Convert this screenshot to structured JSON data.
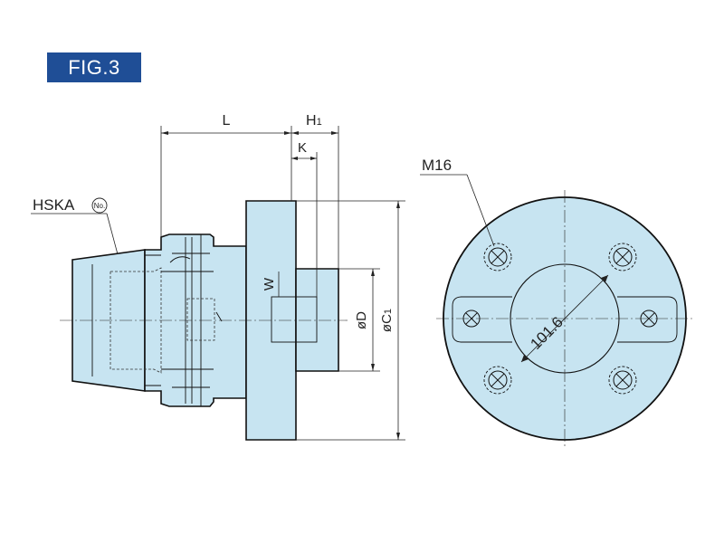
{
  "figure": {
    "title": "FIG.3"
  },
  "labels": {
    "hska": "HSKA",
    "hska_no": "No.",
    "dim_l": "L",
    "dim_h1_main": "H",
    "dim_h1_sub": "1",
    "dim_k": "K",
    "dim_w": "W",
    "dim_d": "øD",
    "dim_c1_main": "øC",
    "dim_c1_sub": "1",
    "thread": "M16",
    "pcd": "101.6"
  },
  "colors": {
    "fill": "#c7e4f1",
    "badge": "#1f4e96",
    "line": "#111111"
  }
}
